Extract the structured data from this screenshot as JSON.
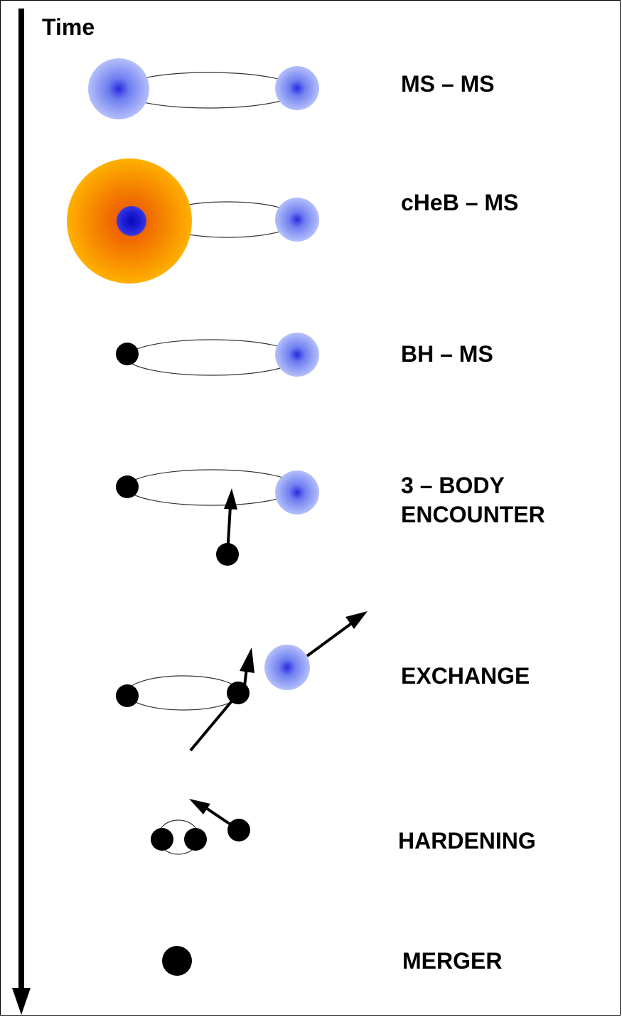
{
  "time_axis": {
    "label": "Time"
  },
  "stages": [
    {
      "id": "ms-ms",
      "label_lines": [
        "MS – MS"
      ]
    },
    {
      "id": "cheb-ms",
      "label_lines": [
        "cHeB – MS"
      ]
    },
    {
      "id": "bh-ms",
      "label_lines": [
        "BH – MS"
      ]
    },
    {
      "id": "three-body",
      "label_lines": [
        "3 –  BODY",
        "ENCOUNTER"
      ]
    },
    {
      "id": "exchange",
      "label_lines": [
        "EXCHANGE"
      ]
    },
    {
      "id": "hardening",
      "label_lines": [
        "HARDENING"
      ]
    },
    {
      "id": "merger",
      "label_lines": [
        "MERGER"
      ]
    }
  ],
  "colors": {
    "main_sequence_center": "#2a2ae0",
    "main_sequence_edge": "#b4c0fa",
    "cheb_core": "#1f1fd6",
    "cheb_envelope_inner": "#f06a00",
    "cheb_envelope_outer": "#ffb000",
    "black_hole": "#000000"
  }
}
